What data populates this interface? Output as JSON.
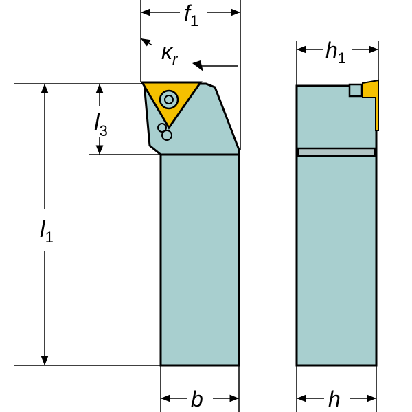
{
  "labels": {
    "f1": "f",
    "f1_sub": "1",
    "kr": "κ",
    "kr_sub": "r",
    "l3": "l",
    "l3_sub": "3",
    "l1": "l",
    "l1_sub": "1",
    "h1": "h",
    "h1_sub": "1",
    "b": "b",
    "h": "h"
  },
  "colors": {
    "body": "#a8cfcf",
    "insert": "#f5c000",
    "outline": "#000000"
  }
}
